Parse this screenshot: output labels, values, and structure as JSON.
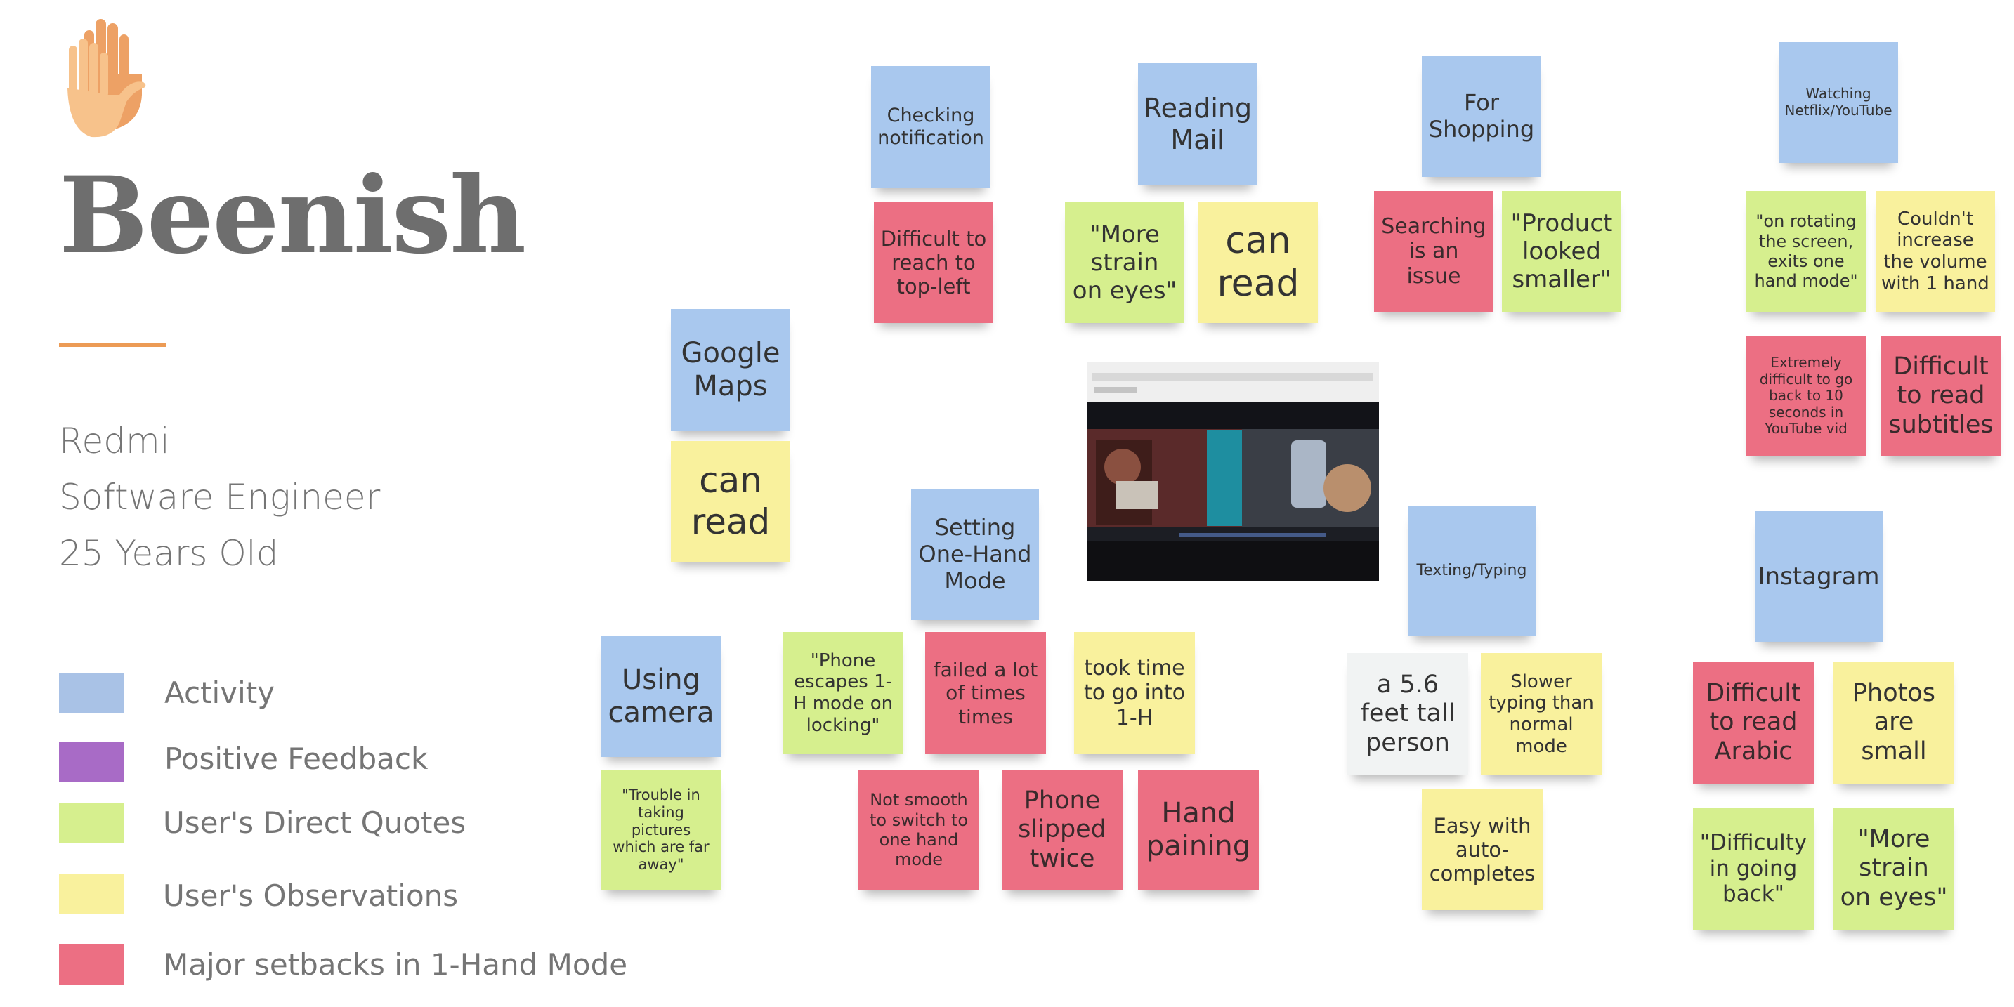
{
  "persona": {
    "name": "Beenish",
    "details": [
      "Redmi",
      "Software Engineer",
      "25 Years Old"
    ]
  },
  "legend": [
    {
      "label": "Activity",
      "color": "#a9c2e6"
    },
    {
      "label": "Positive Feedback",
      "color": "#a86bc6"
    },
    {
      "label": "User's Direct Quotes",
      "color": "#d6ef8e"
    },
    {
      "label": "User's Observations",
      "color": "#f9f19d"
    },
    {
      "label": "Major setbacks in 1-Hand Mode",
      "color": "#ec6f83"
    }
  ],
  "notes": {
    "checking": "Checking\nnotification",
    "difficult_top_left": "Difficult to\nreach to\ntop-left",
    "reading_mail": "Reading\nMail",
    "more_strain_1": "\"More\nstrain\non eyes\"",
    "can_read_1": "can\nread",
    "for_shopping": "For\nShopping",
    "searching_issue": "Searching\nis an issue",
    "product_smaller": "\"Product\nlooked\nsmaller\"",
    "watching": "Watching\nNetflix/YouTube",
    "on_rotating": "\"on rotating\nthe screen,\nexits one\nhand mode\"",
    "couldnt_volume": "Couldn't\nincrease\nthe volume\nwith 1 hand",
    "extremely_difficult": "Extremely\ndifficult to go\nback to 10\nseconds in\nYouTube vid",
    "difficult_subtitles": "Difficult\nto read\nsubtitles",
    "google_maps": "Google\nMaps",
    "can_read_2": "can\nread",
    "setting_one_hand": "Setting\nOne-Hand\nMode",
    "texting": "Texting/Typing",
    "instagram": "Instagram",
    "using_camera": "Using\ncamera",
    "phone_escapes": "\"Phone\nescapes 1-\nH mode on\nlocking\"",
    "failed_lot": "failed a lot\nof times\ntimes",
    "took_time": "took time\nto go into\n1-H",
    "tall_person": "a 5.6\nfeet tall\nperson",
    "slower_typing": "Slower\ntyping than\nnormal\nmode",
    "difficult_arabic": "Difficult\nto read\nArabic",
    "photos_small": "Photos\nare\nsmall",
    "trouble_pictures": "\"Trouble in\ntaking pictures\nwhich are far\naway\"",
    "not_smooth": "Not smooth\nto switch to\none hand\nmode",
    "phone_slipped": "Phone\nslipped\ntwice",
    "hand_paining": "Hand\npaining",
    "easy_auto": "Easy with\nauto-\ncompletes",
    "difficulty_back": "\"Difficulty\nin going\nback\"",
    "more_strain_2": "\"More\nstrain\non eyes\""
  }
}
